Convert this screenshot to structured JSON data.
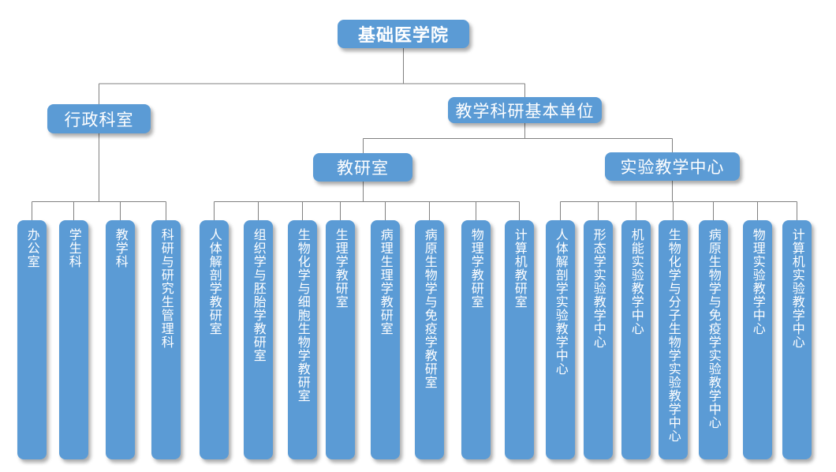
{
  "org": {
    "root": "基础医学院",
    "branches": {
      "admin": {
        "label": "行政科室",
        "children": [
          "办公室",
          "学生科",
          "教学科",
          "科研与研究生管理科"
        ]
      },
      "academic": {
        "label": "教学科研基本单位",
        "groups": [
          {
            "label": "教研室",
            "children": [
              "人体解剖学教研室",
              "组织学与胚胎学教研室",
              "生物化学与细胞生物学教研室",
              "生理学教研室",
              "病理生理学教研室",
              "病原生物学与免疫学教研室",
              "物理学教研室",
              "计算机教研室"
            ]
          },
          {
            "label": "实验教学中心",
            "children": [
              "人体解剖学实验教学中心",
              "形态学实验教学中心",
              "机能实验教学中心",
              "生物化学与分子生物学实验教学中心",
              "病原生物学与免疫学实验教学中心",
              "物理实验教学中心",
              "计算机实验教学中心"
            ]
          }
        ]
      }
    },
    "colors": {
      "node_fill": "#5B9BD5",
      "node_text": "#FFFFFF",
      "connector": "#808080",
      "background": "#FFFFFF"
    }
  }
}
